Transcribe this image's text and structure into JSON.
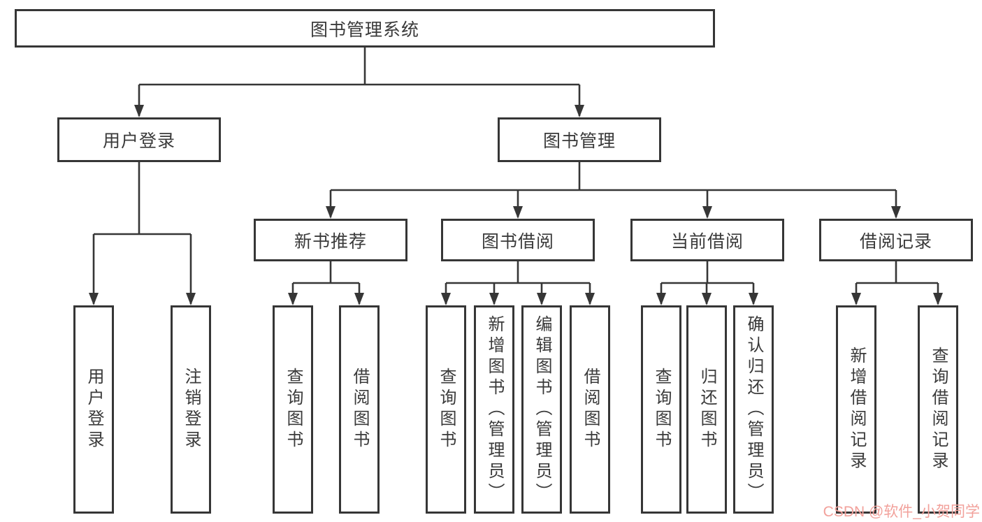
{
  "diagram": {
    "colors": {
      "line": "#363636",
      "text": "#3a3a3a",
      "watermark": "#f2a19b",
      "bg": "#ffffff"
    },
    "root": {
      "label": "图书管理系统"
    },
    "level2": [
      {
        "label": "用户登录"
      },
      {
        "label": "图书管理"
      }
    ],
    "level3": [
      {
        "label": "新书推荐"
      },
      {
        "label": "图书借阅"
      },
      {
        "label": "当前借阅"
      },
      {
        "label": "借阅记录"
      }
    ],
    "leaves": {
      "user_login": [
        "用户登录",
        "注销登录"
      ],
      "new_book_recommend": [
        "查询图书",
        "借阅图书"
      ],
      "book_borrow": [
        "查询图书",
        "新增图书（管理员）",
        "编辑图书（管理员）",
        "借阅图书"
      ],
      "current_borrow": [
        "查询图书",
        "归还图书",
        "确认归还（管理员）"
      ],
      "borrow_records": [
        "新增借阅记录",
        "查询借阅记录"
      ]
    },
    "watermark": "CSDN @软件_小贺同学"
  }
}
